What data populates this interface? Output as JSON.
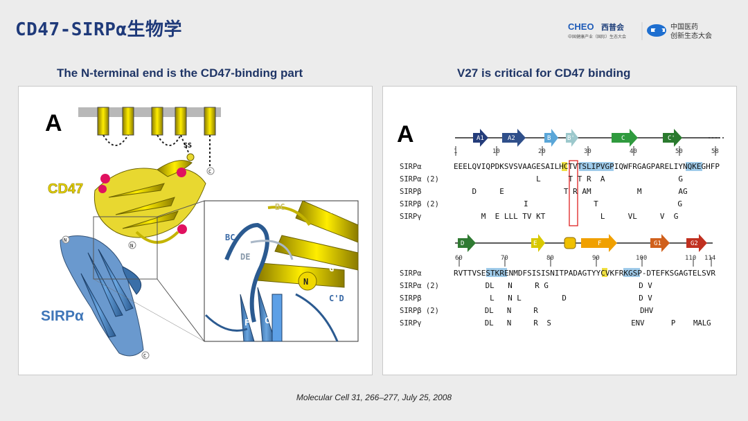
{
  "slide": {
    "title": "CD47-SIRPα生物学",
    "citation": "Molecular Cell 31, 266–277, July 25, 2008"
  },
  "logos": {
    "cheo_brand": "CHEO",
    "cheo_cn": "西普会",
    "cheo_sub": "中国健康产业（国际）生态大会",
    "right_line1": "中国医药",
    "right_line2": "创新生态大会"
  },
  "left_panel": {
    "heading": "The N-terminal end is the CD47-binding part",
    "panel_letter": "A",
    "cd47_label": "CD47",
    "sirpa_label": "SIRPα",
    "ss_label": "SS",
    "n_cd47": "N",
    "c_cd47": "C",
    "n_sirpa": "N",
    "c_sirpa": "C",
    "zoom_labels": [
      "BC",
      "DE",
      "C",
      "F",
      "G",
      "N",
      "G",
      "F",
      "C",
      "C'D",
      "BC"
    ]
  },
  "right_panel": {
    "heading": "V27 is critical for CD47 binding",
    "panel_letter": "A",
    "block1": {
      "strands": [
        "A1",
        "A2",
        "B",
        "B'",
        "C",
        "C'"
      ],
      "ticks": [
        "1",
        "10",
        "20",
        "30",
        "40",
        "50",
        "58"
      ],
      "rows": [
        {
          "name": "SIRPα",
          "seq": "EEELQVIQPDKSVSVAAGESAILHCTVTSLIPVGPIQWFRGAGPARELIYNQKEGHFP"
        },
        {
          "name": "SIRPα (2)",
          "seq": "                  L      T T R  A                G        "
        },
        {
          "name": "SIRPβ",
          "seq": "    D     E             T R AM          M        AG       "
        },
        {
          "name": "SIRPβ (2)",
          "seq": "               I              T                 G        "
        },
        {
          "name": "SIRPγ",
          "seq": "      M  E LLL TV KT            L     VL     V  G         "
        }
      ]
    },
    "block2": {
      "strands": [
        "D",
        "E",
        "F",
        "G1",
        "G2"
      ],
      "ticks": [
        "60",
        "70",
        "80",
        "90",
        "100",
        "110",
        "114"
      ],
      "rows": [
        {
          "name": "SIRPα",
          "seq": "RVTTVSESTKRENMDFSISISNITPADAGTYYCVKFRKGSP-DTEFKSGAGTELSVR"
        },
        {
          "name": "SIRPα (2)",
          "seq": "       DL   N     R G                    D V              "
        },
        {
          "name": "SIRPβ",
          "seq": "        L   N L         D                D V              "
        },
        {
          "name": "SIRPβ (2)",
          "seq": "       DL   N     R                       DHV              "
        },
        {
          "name": "SIRPγ",
          "seq": "       DL   N     R  S                  ENV      P    MALG "
        }
      ]
    }
  }
}
